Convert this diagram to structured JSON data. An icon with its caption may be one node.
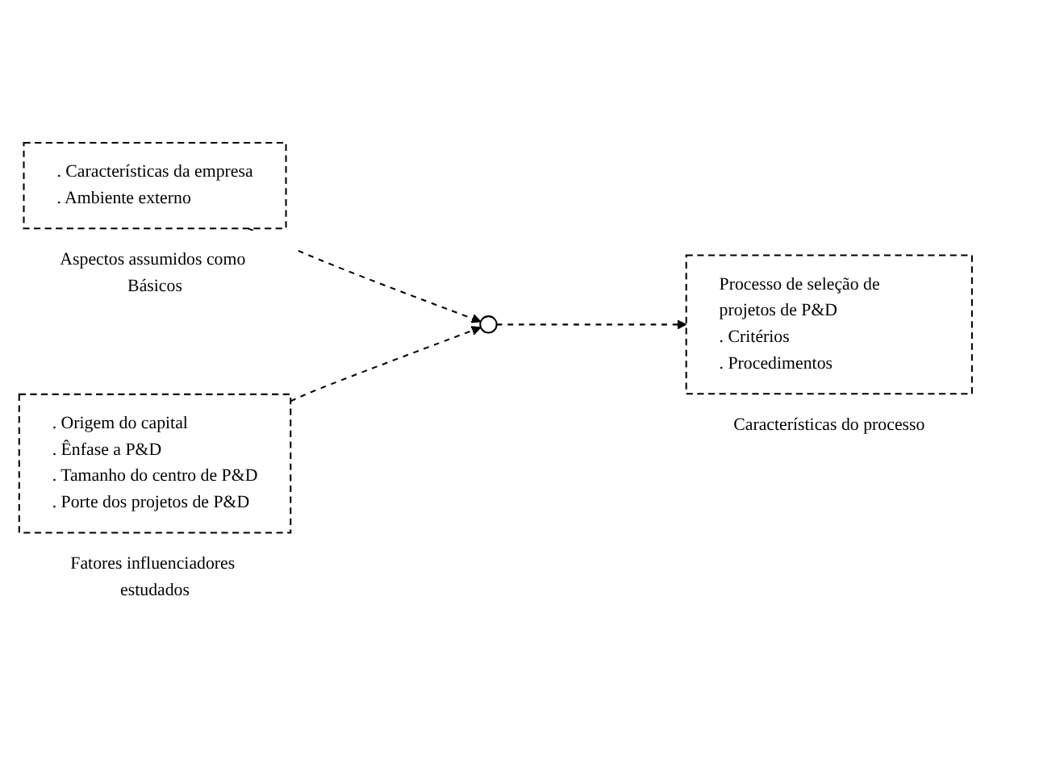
{
  "diagram": {
    "nodes": [
      {
        "text": [
          ". Características da empresa",
          ". Ambiente externo"
        ],
        "beside": [
          "Aspectos assumidos como Básicos"
        ]
      },
      {
        "text": [],
        "shape": "circle"
      },
      {
        "text": [
          "Processo de seleção de projetos de P&D",
          ". Critérios",
          ". Procedimentos"
        ],
        "beside": [
          "Características do processo"
        ]
      },
      {
        "text": [
          ". Origem do capital",
          ". Ênfase a P&D",
          ". Tamanho do centro de P&D",
          ". Porte dos projetos de P&D"
        ],
        "beside": [
          "Fatores influenciadores estudados"
        ]
      }
    ],
    "edges": [
      {
        "from": 0,
        "to": 1,
        "arrow": "to",
        "style": "dashed"
      },
      {
        "from": 1,
        "to": 2,
        "arrow": "to",
        "style": "dashed"
      },
      {
        "from": 3,
        "to": 1,
        "arrow": "to",
        "style": "dashed"
      }
    ]
  }
}
